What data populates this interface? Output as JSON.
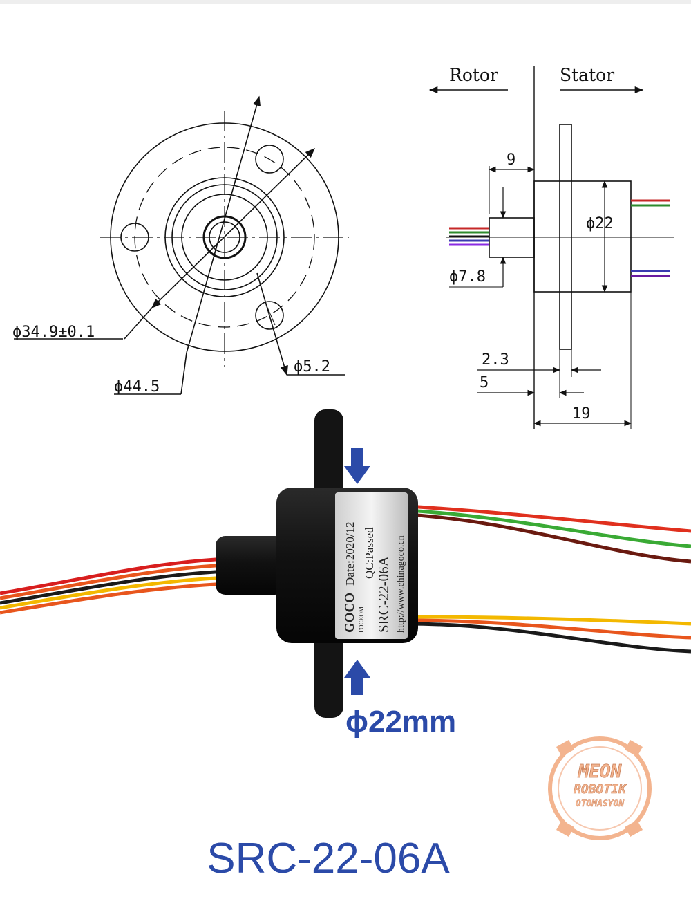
{
  "front_view": {
    "dia_mounting_circle": "ϕ34.9±0.1",
    "dia_flange": "ϕ44.5",
    "dia_hole": "ϕ5.2"
  },
  "side_view": {
    "rotor_label": "Rotor",
    "stator_label": "Stator",
    "dim_rotor_length": "9",
    "dim_body_dia": "ϕ22",
    "dim_rotor_dia": "ϕ7.8",
    "dim_flange_thickness": "2.3",
    "dim_flange_offset": "5",
    "dim_body_length": "19"
  },
  "product": {
    "label_lines": [
      "GOCO",
      "Date:2020/12",
      "QC:Passed",
      "SRC-22-06A",
      "http://www.chinagoco.cn"
    ],
    "brand_sub": "ГОСКОМ",
    "diameter_callout": "ϕ22mm",
    "model_title": "SRC-22-06A",
    "wire_colors_left": [
      "#d81e1e",
      "#e8561d",
      "#1a1a1a",
      "#f3b800",
      "#e8561d"
    ],
    "wire_colors_right_top": [
      "#e0301e",
      "#3aaa35",
      "#6a1a10"
    ],
    "wire_colors_right_bottom": [
      "#f3b800",
      "#e8561d",
      "#1a1a1a"
    ]
  },
  "watermark": {
    "line1": "MEON",
    "line2": "ROBOTIK",
    "line3": "OTOMASYON"
  },
  "colors": {
    "accent_blue": "#2b4aa8",
    "watermark_orange": "#f0a070"
  }
}
